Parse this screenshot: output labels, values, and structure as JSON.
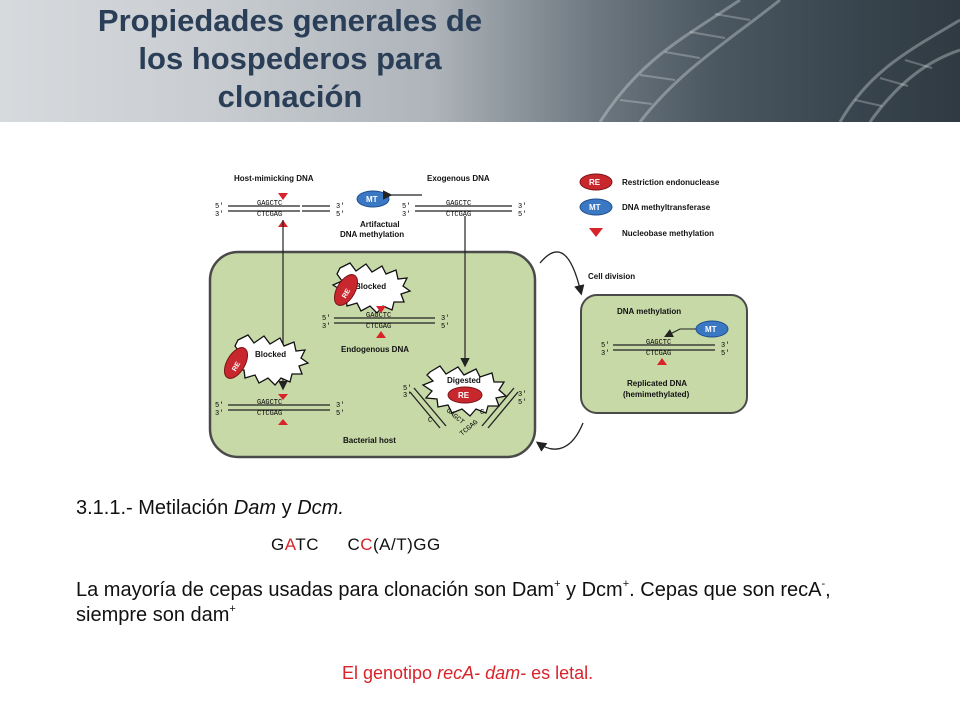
{
  "header": {
    "title_line1": "Propiedades generales de",
    "title_line2": "los hospederos para",
    "title_line3": "clonación"
  },
  "figure": {
    "host_mimicking": "Host-mimicking DNA",
    "exogenous": "Exogenous DNA",
    "artifactual_1": "Artifactual",
    "artifactual_2": "DNA methylation",
    "legend_re": "Restriction endonuclease",
    "legend_mt": "DNA methyltransferase",
    "legend_meth": "Nucleobase methylation",
    "re": "RE",
    "mt": "MT",
    "blocked": "Blocked",
    "digested": "Digested",
    "endogenous": "Endogenous DNA",
    "bacterial_host": "Bacterial host",
    "cell_division": "Cell division",
    "dna_methylation": "DNA methylation",
    "replicated_1": "Replicated DNA",
    "replicated_2": "(hemimethylated)",
    "seq_top": "GAGCTC",
    "seq_bot": "CTCGAG",
    "five": "5′",
    "three": "3′",
    "dig_top": "GAGCT",
    "dig_c1": "C",
    "dig_c2": "C",
    "dig_bot": "TCGAG"
  },
  "content": {
    "subhead_prefix": "3.1.1.- Metilación ",
    "dam": "Dam",
    "y": " y ",
    "dcm": "Dcm.",
    "seq1_a": "G",
    "seq1_b": "A",
    "seq1_c": "TC",
    "seq2_a": "C",
    "seq2_b": "C",
    "seq2_c": "(A/T)GG",
    "para_1": "La mayoría de cepas usadas para clonación son Dam",
    "plus": "+",
    "minus": "-",
    "para_2": " y Dcm",
    "para_3": ".  Cepas que son recA",
    "para_4": ", siempre son dam",
    "note_1": "El genotipo ",
    "note_2": "recA- dam-",
    "note_3": " es letal."
  },
  "colors": {
    "title": "#2a3f57",
    "red": "#d9232a",
    "cell_fill": "#c8d9a8",
    "cell_border": "#4a4a4a",
    "re_red": "#c8272d",
    "mt_blue": "#3b78c4"
  }
}
